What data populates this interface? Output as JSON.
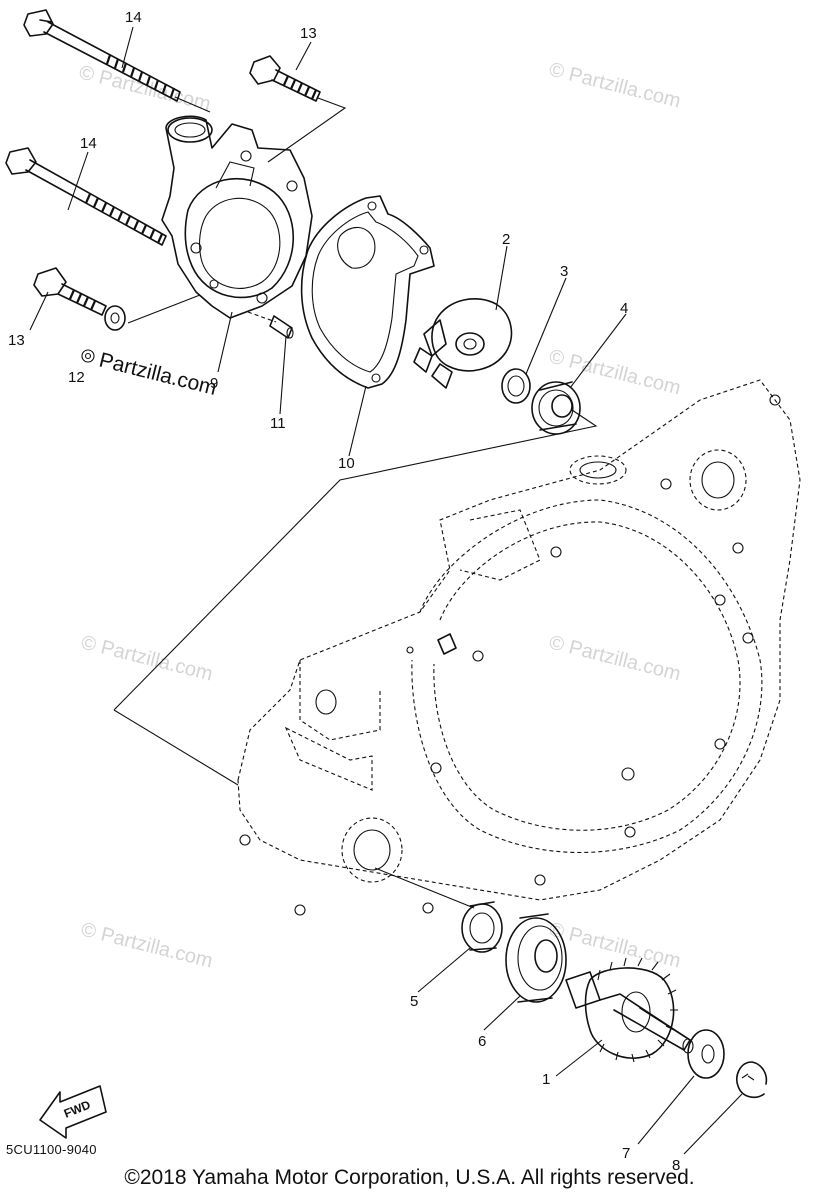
{
  "callouts": [
    {
      "number": "14"
    },
    {
      "number": "13"
    },
    {
      "number": "14"
    },
    {
      "number": "13"
    },
    {
      "number": "12"
    },
    {
      "number": "9"
    },
    {
      "number": "11"
    },
    {
      "number": "10"
    },
    {
      "number": "2"
    },
    {
      "number": "3"
    },
    {
      "number": "4"
    },
    {
      "number": "5"
    },
    {
      "number": "6"
    },
    {
      "number": "1"
    },
    {
      "number": "7"
    },
    {
      "number": "8"
    }
  ],
  "watermark": {
    "brand": "Partzilla.com",
    "faint": "© Partzilla.com"
  },
  "fwd_label": "FWD",
  "part_code": "5CU1100-9040",
  "copyright": "©2018 Yamaha Motor Corporation, U.S.A. All rights reserved."
}
